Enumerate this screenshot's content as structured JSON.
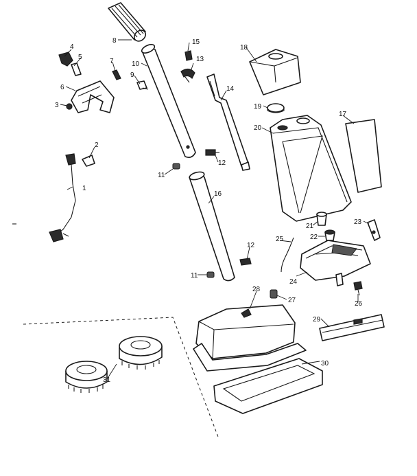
{
  "callouts": [
    {
      "id": "c1",
      "text": "1"
    },
    {
      "id": "c2",
      "text": "2"
    },
    {
      "id": "c3",
      "text": "3"
    },
    {
      "id": "c4",
      "text": "4"
    },
    {
      "id": "c5",
      "text": "5"
    },
    {
      "id": "c6",
      "text": "6"
    },
    {
      "id": "c7",
      "text": "7"
    },
    {
      "id": "c8",
      "text": "8"
    },
    {
      "id": "c9",
      "text": "9"
    },
    {
      "id": "c10",
      "text": "10"
    },
    {
      "id": "c11a",
      "text": "11"
    },
    {
      "id": "c11b",
      "text": "11"
    },
    {
      "id": "c12a",
      "text": "12"
    },
    {
      "id": "c12b",
      "text": "12"
    },
    {
      "id": "c13",
      "text": "13"
    },
    {
      "id": "c14",
      "text": "14"
    },
    {
      "id": "c15",
      "text": "15"
    },
    {
      "id": "c16",
      "text": "16"
    },
    {
      "id": "c17",
      "text": "17"
    },
    {
      "id": "c18",
      "text": "18"
    },
    {
      "id": "c19",
      "text": "19"
    },
    {
      "id": "c20",
      "text": "20"
    },
    {
      "id": "c21",
      "text": "21"
    },
    {
      "id": "c22",
      "text": "22"
    },
    {
      "id": "c23",
      "text": "23"
    },
    {
      "id": "c24",
      "text": "24"
    },
    {
      "id": "c25",
      "text": "25"
    },
    {
      "id": "c26",
      "text": "26"
    },
    {
      "id": "c27",
      "text": "27"
    },
    {
      "id": "c28",
      "text": "28"
    },
    {
      "id": "c29",
      "text": "29"
    },
    {
      "id": "c30",
      "text": "30"
    },
    {
      "id": "c31",
      "text": "31"
    }
  ]
}
